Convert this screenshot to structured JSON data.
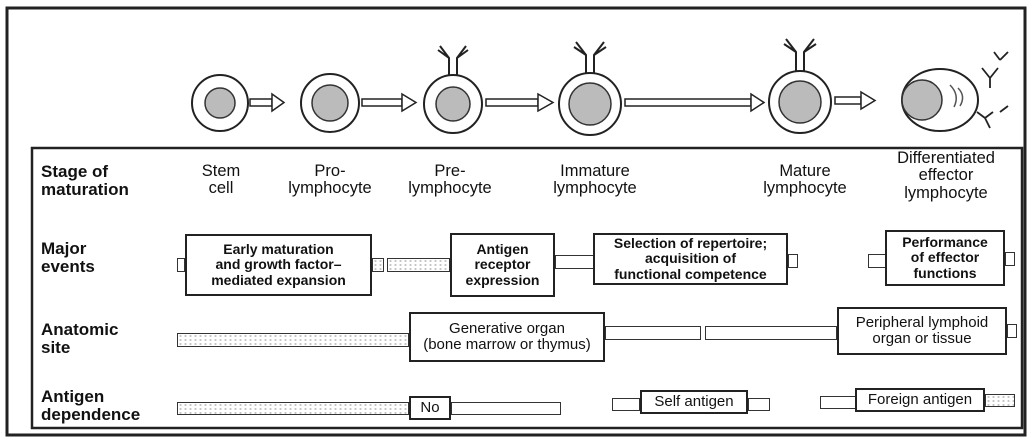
{
  "rows": {
    "stage": "Stage of\nmaturation",
    "events": "Major\nevents",
    "site": "Anatomic\nsite",
    "antigen": "Antigen\ndependence"
  },
  "stages": [
    "Stem\ncell",
    "Pro-\nlymphocyte",
    "Pre-\nlymphocyte",
    "Immature\nlymphocyte",
    "Mature\nlymphocyte",
    "Differentiated\neffector\nlymphocyte"
  ],
  "events": {
    "early": "Early maturation\nand growth factor–\nmediated expansion",
    "receptor": "Antigen\nreceptor\nexpression",
    "selection": "Selection of repertoire;\nacquisition of\nfunctional competence",
    "performance": "Performance\nof effector\nfunctions"
  },
  "sites": {
    "generative": "Generative organ\n(bone marrow or thymus)",
    "peripheral": "Peripheral lymphoid\norgan or tissue"
  },
  "antigen": {
    "no": "No",
    "self": "Self antigen",
    "foreign": "Foreign antigen"
  }
}
